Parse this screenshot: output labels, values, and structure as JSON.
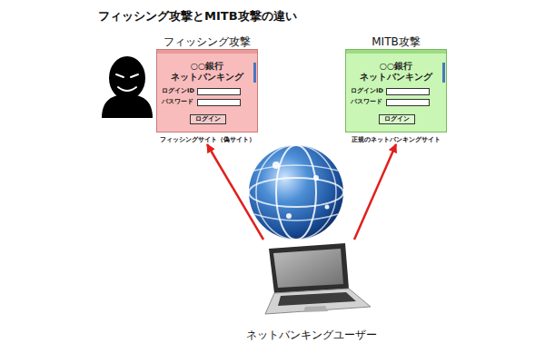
{
  "diagram": {
    "title": "フィッシング攻撃とMITB攻撃の違い",
    "nodes": [
      {
        "text": [
          "フィッシング攻撃",
          "○○銀行 ネットバンキング",
          "ログインID",
          "パスワード",
          "フィッシングサイト（偽サイト）"
        ]
      },
      {
        "text": [
          "ログイン"
        ],
        "in": 0
      },
      {
        "text": [
          "MITB攻撃",
          "○○銀行 ネットバンキング",
          "ログインID",
          "パスワード",
          "正規のネットバンキングサイト"
        ]
      },
      {
        "text": [
          "ログイン"
        ],
        "in": 2
      },
      {
        "text": [
          "ネットバンキングユーザー"
        ]
      }
    ],
    "edges": [
      {
        "from": 4,
        "to": 0,
        "arrow": "to"
      },
      {
        "from": 4,
        "to": 2,
        "arrow": "to"
      }
    ]
  }
}
